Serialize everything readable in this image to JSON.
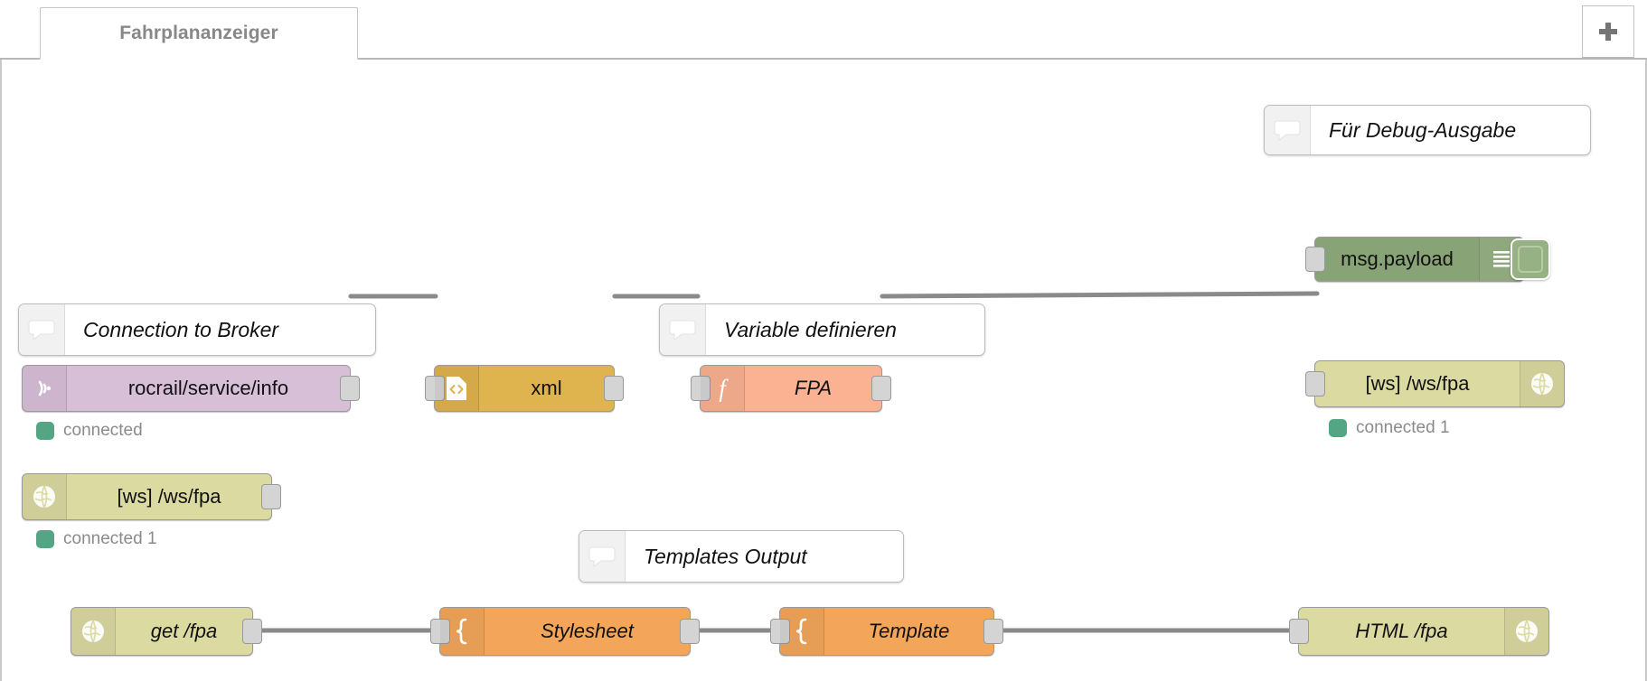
{
  "app": {
    "title": "Node-RED Flow Editor",
    "tabs": [
      {
        "label": "Fahrplananzeiger",
        "active": true
      }
    ],
    "add_tab_label": "+",
    "add_tab_icon": "plus-icon"
  },
  "colors": {
    "mqtt_in": "#d8bfd8",
    "xml": "#dfb34d",
    "function": "#fab292",
    "websocket": "#dbdaa1",
    "debug": "#88a375",
    "template": "#f3a65a",
    "status_dot": "#53a583",
    "wire": "#8a8a8a",
    "port": "#d4d4d4",
    "tab_text": "#888888"
  },
  "canvas": {
    "comments": [
      {
        "id": "comment-debug",
        "text": "Für Debug-Ausgabe",
        "icon": "comment-bubble-icon"
      },
      {
        "id": "comment-broker",
        "text": "Connection to Broker",
        "icon": "comment-bubble-icon"
      },
      {
        "id": "comment-variable",
        "text": "Variable definieren",
        "icon": "comment-bubble-icon"
      },
      {
        "id": "comment-templates",
        "text": "Templates Output",
        "icon": "comment-bubble-icon"
      }
    ],
    "nodes": [
      {
        "id": "node-debug",
        "label": "msg.payload",
        "type": "debug",
        "icon": "debug-list-icon",
        "toggle_icon": "debug-toggle-button",
        "italic": false
      },
      {
        "id": "node-mqtt-in",
        "label": "rocrail/service/info",
        "type": "mqtt-in",
        "icon": "mqtt-signal-icon",
        "status": "connected",
        "italic": false
      },
      {
        "id": "node-xml",
        "label": "xml",
        "type": "xml",
        "icon": "xml-document-icon",
        "italic": false
      },
      {
        "id": "node-fpa",
        "label": "FPA",
        "type": "function",
        "icon": "function-f-icon",
        "italic": true
      },
      {
        "id": "node-ws-out",
        "label": "[ws] /ws/fpa",
        "type": "websocket-out",
        "icon": "globe-icon",
        "status": "connected 1",
        "italic": false
      },
      {
        "id": "node-ws-in",
        "label": "[ws] /ws/fpa",
        "type": "websocket-in",
        "icon": "globe-icon",
        "status": "connected 1",
        "italic": false
      },
      {
        "id": "node-http-in",
        "label": "get /fpa",
        "type": "http-in",
        "icon": "globe-icon",
        "italic": true
      },
      {
        "id": "node-stylesheet",
        "label": "Stylesheet",
        "type": "template",
        "icon": "brace-icon",
        "italic": true
      },
      {
        "id": "node-template",
        "label": "Template",
        "type": "template",
        "icon": "brace-icon",
        "italic": true
      },
      {
        "id": "node-http-response",
        "label": "HTML /fpa",
        "type": "http-response",
        "icon": "globe-icon",
        "italic": true
      }
    ],
    "wires": [
      {
        "from": "node-mqtt-in",
        "to": "node-xml"
      },
      {
        "from": "node-xml",
        "to": "node-fpa"
      },
      {
        "from": "node-fpa",
        "to": "node-ws-out"
      },
      {
        "from": "node-http-in",
        "to": "node-stylesheet"
      },
      {
        "from": "node-stylesheet",
        "to": "node-template"
      },
      {
        "from": "node-template",
        "to": "node-http-response"
      }
    ]
  }
}
